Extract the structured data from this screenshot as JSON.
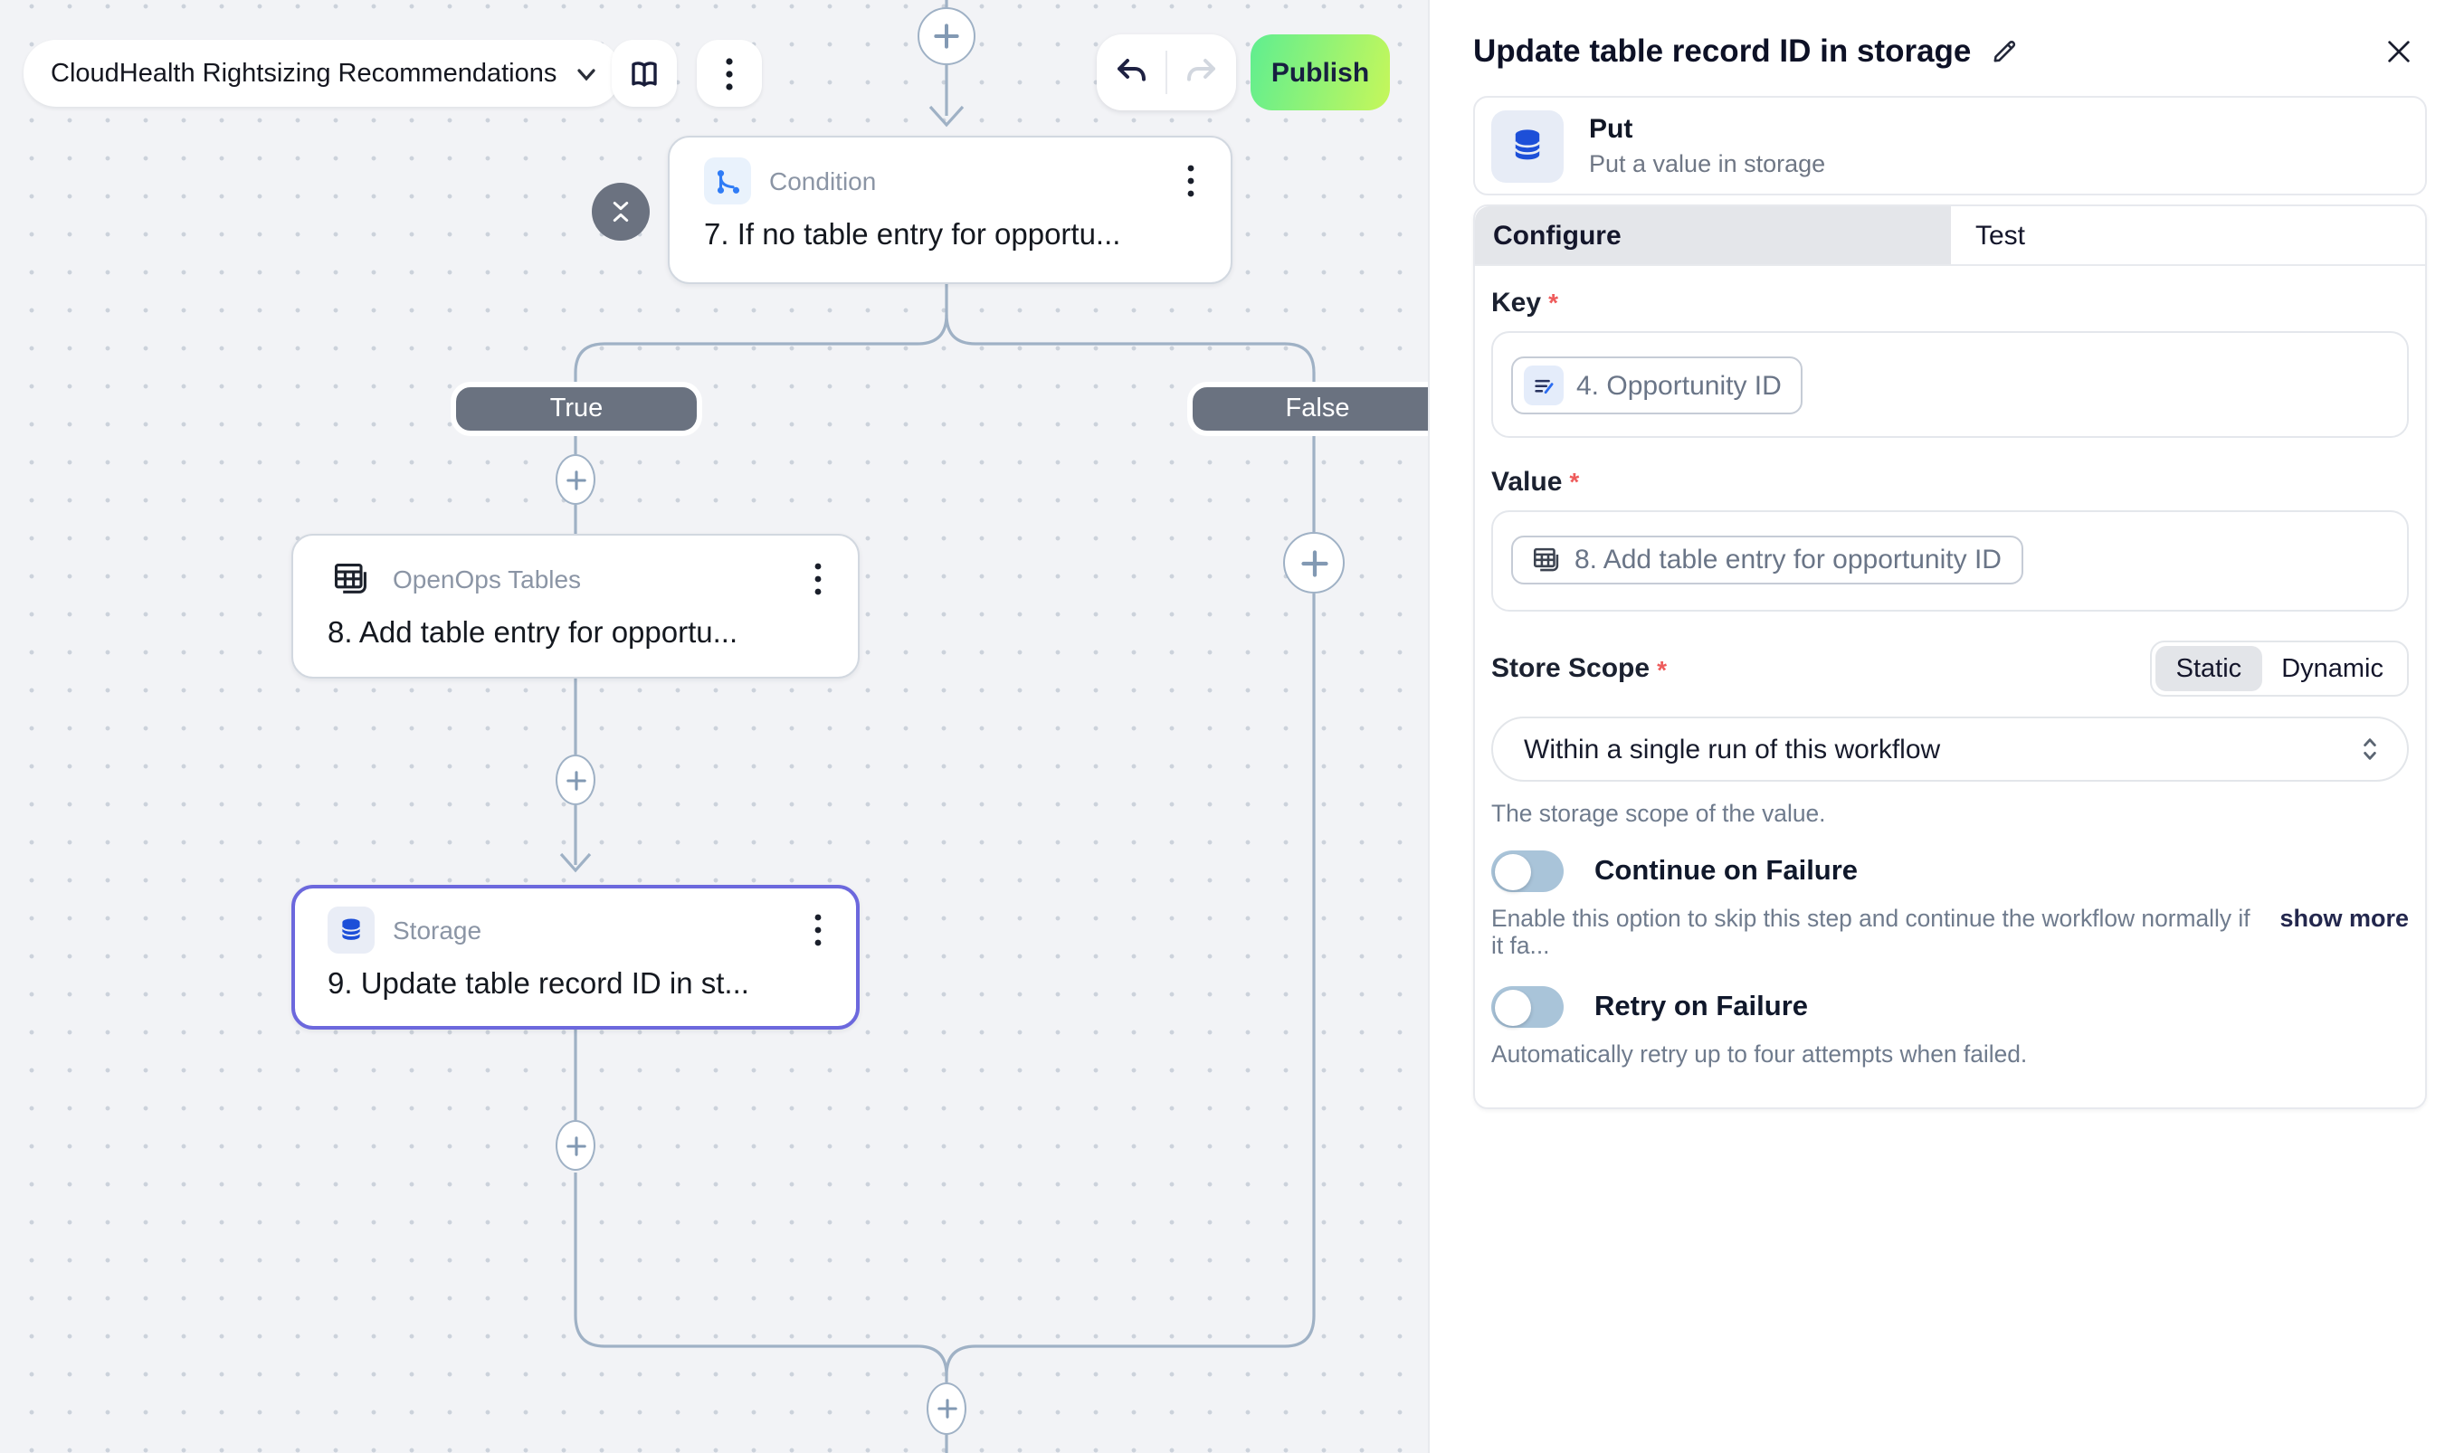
{
  "toolbar": {
    "workflow_name": "CloudHealth Rightsizing Recommendations",
    "publish": "Publish"
  },
  "canvas": {
    "true_label": "True",
    "false_label": "False",
    "condition_type": "Condition",
    "condition_title": "7. If no table entry for opportu...",
    "tables_type": "OpenOps Tables",
    "tables_title": "8. Add table entry for opportu...",
    "storage_type": "Storage",
    "storage_title": "9. Update table record ID in st..."
  },
  "panel": {
    "title": "Update table record ID in storage",
    "action_name": "Put",
    "action_description": "Put a value in storage",
    "tab_configure": "Configure",
    "tab_test": "Test",
    "required_mark": "*",
    "key_label": "Key",
    "key_chip": "4. Opportunity ID",
    "value_label": "Value",
    "value_chip": "8. Add table entry for opportunity ID",
    "store_scope_label": "Store Scope",
    "static_option": "Static",
    "dynamic_option": "Dynamic",
    "scope_value": "Within a single run of this workflow",
    "scope_helper": "The storage scope of the value.",
    "continue_label": "Continue on Failure",
    "continue_helper": "Enable this option to skip this step and continue the workflow normally if it fa...",
    "show_more": "show more",
    "retry_label": "Retry on Failure",
    "retry_helper": "Automatically retry up to four attempts when failed."
  },
  "colors": {
    "publish_gradient_start": "#5fee90",
    "publish_gradient_end": "#c6f75a",
    "selected_node_border": "#6c68dd",
    "connector": "#9fb1c5",
    "storage_icon_blue": "#1d4fd8",
    "condition_icon_blue": "#2f7cf6",
    "branch_pill_gray": "#6a7280",
    "toggle_off_track": "#a9c4d9"
  }
}
